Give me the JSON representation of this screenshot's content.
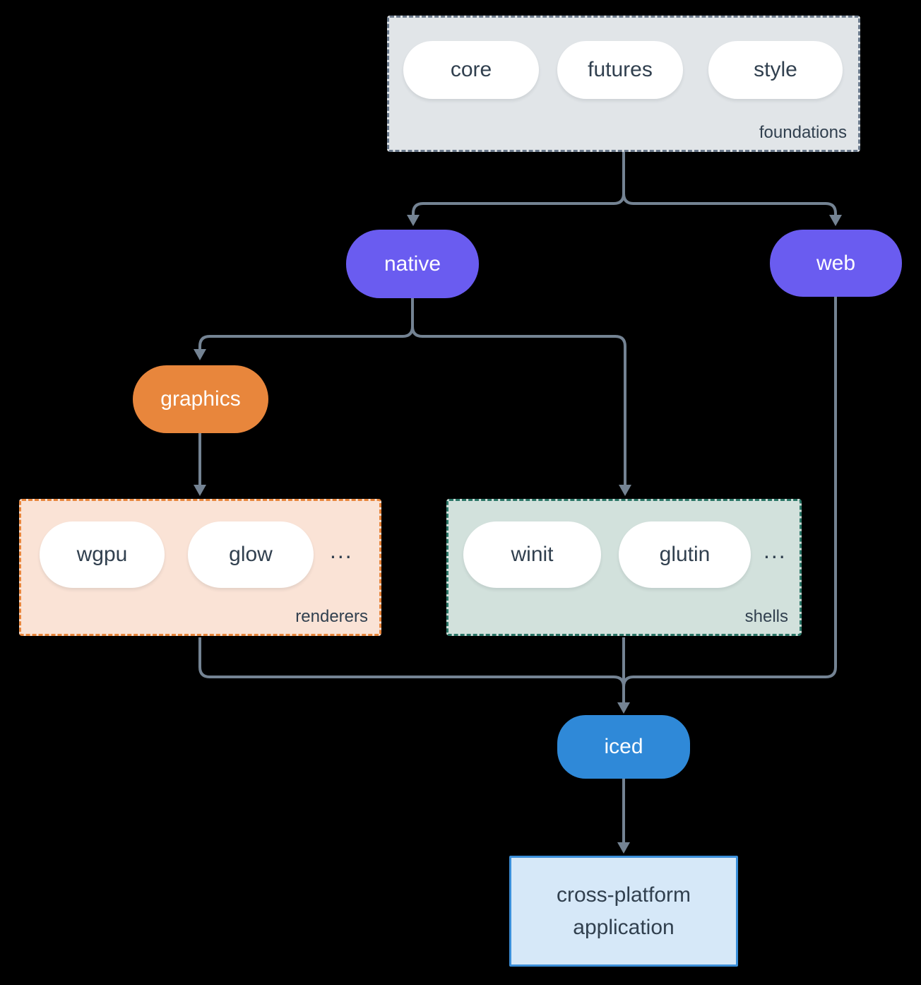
{
  "colors": {
    "line-color": "#748393",
    "text-dark": "#31404f",
    "purple": "#6a5cf0",
    "orange": "#e8863c",
    "blue": "#2f89d8",
    "foundations-bg": "#e1e5e8",
    "foundations-border": "#6b7a8c",
    "renderers-bg": "#fae3d6",
    "renderers-border": "#e8863c",
    "shells-bg": "#d2e1dc",
    "shells-border": "#2a7566",
    "app-bg": "#d6e8f8",
    "app-border": "#3b8fd9",
    "pill-bg": "#ffffff"
  },
  "foundations": {
    "label": "foundations",
    "pills": [
      "core",
      "futures",
      "style"
    ]
  },
  "nodes": {
    "native": "native",
    "web": "web",
    "graphics": "graphics",
    "iced": "iced"
  },
  "renderers": {
    "label": "renderers",
    "pills": [
      "wgpu",
      "glow"
    ],
    "more": "..."
  },
  "shells": {
    "label": "shells",
    "pills": [
      "winit",
      "glutin"
    ],
    "more": "..."
  },
  "application": {
    "line1": "cross-platform",
    "line2": "application"
  }
}
